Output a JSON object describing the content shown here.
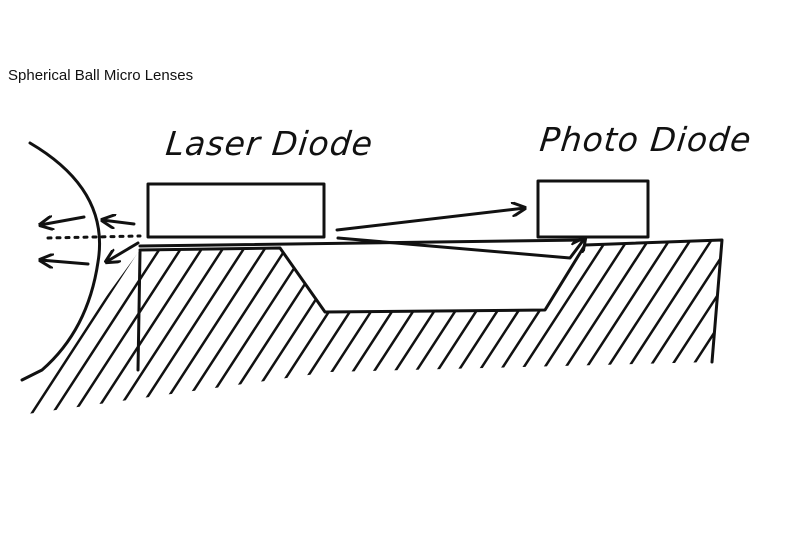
{
  "title": "Spherical Ball Micro Lenses",
  "labels": {
    "laser_diode": "Laser Diode",
    "photo_diode": "Photo Diode"
  },
  "colors": {
    "ink": "#111111",
    "background": "#ffffff"
  }
}
